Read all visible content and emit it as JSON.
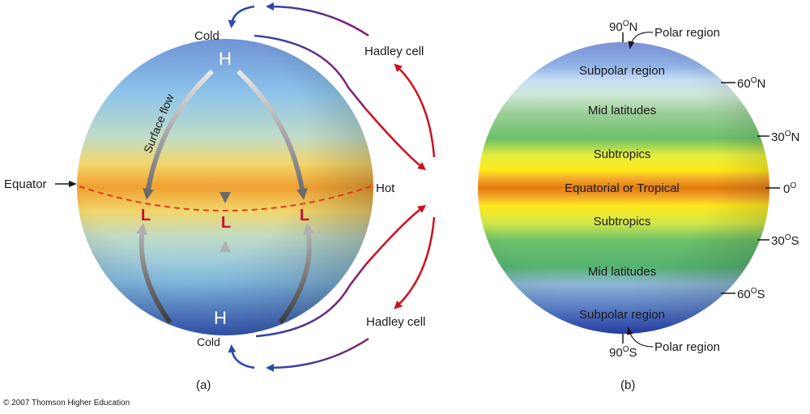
{
  "panel_a": {
    "caption": "(a)",
    "cold_top": "Cold",
    "cold_bottom": "Cold",
    "hot": "Hot",
    "equator": "Equator",
    "hadley_top": "Hadley cell",
    "hadley_bottom": "Hadley cell",
    "surface_flow": "Surface flow",
    "high_top": "H",
    "high_bottom": "H",
    "lows": [
      "L",
      "L",
      "L"
    ]
  },
  "panel_b": {
    "caption": "(b)",
    "bands": {
      "subpolar_north": "Subpolar region",
      "mid_north": "Mid latitudes",
      "subtropics_north": "Subtropics",
      "tropical": "Equatorial or Tropical",
      "subtropics_south": "Subtropics",
      "mid_south": "Mid latitudes",
      "subpolar_south": "Subpolar region"
    },
    "polar_north": "Polar region",
    "polar_south": "Polar region",
    "lat_90n": {
      "num": "90",
      "deg": "O",
      "hem": "N"
    },
    "lat_60n": {
      "num": "60",
      "deg": "O",
      "hem": "N"
    },
    "lat_30n": {
      "num": "30",
      "deg": "O",
      "hem": "N"
    },
    "lat_0": {
      "num": "0",
      "deg": "O",
      "hem": ""
    },
    "lat_30s": {
      "num": "30",
      "deg": "O",
      "hem": "S"
    },
    "lat_60s": {
      "num": "60",
      "deg": "O",
      "hem": "S"
    },
    "lat_90s": {
      "num": "90",
      "deg": "O",
      "hem": "S"
    }
  },
  "copyright": "© 2007 Thomson Higher Education",
  "colors": {
    "cold_arrow": "#2b4aa8",
    "warm_arrow": "#d0101e",
    "low_marker": "#c8102e",
    "equator_dash": "#e03a20"
  }
}
